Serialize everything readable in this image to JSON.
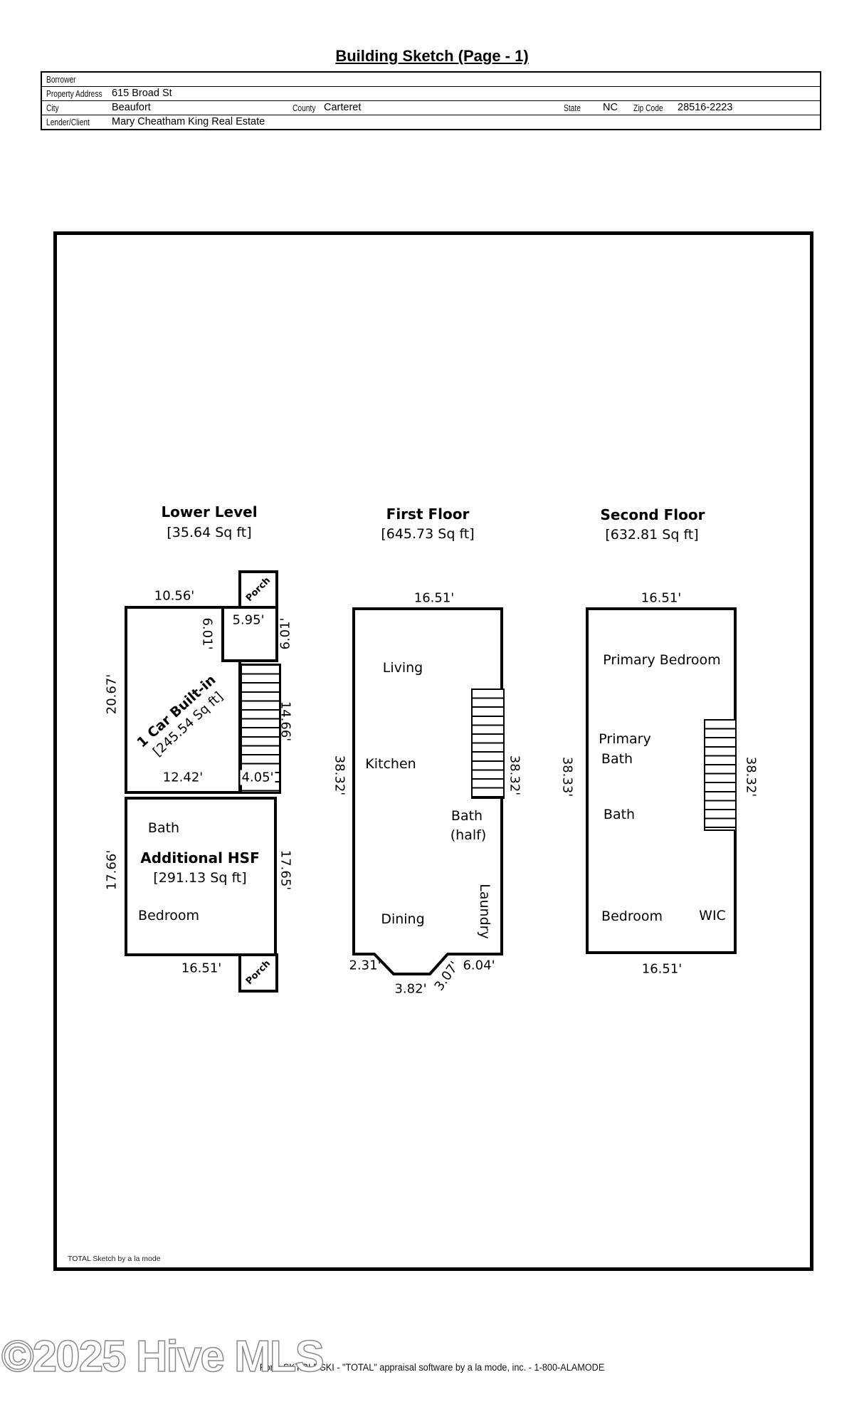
{
  "colors": {
    "ink": "#000000",
    "watermark_stroke": "#8a8a8a"
  },
  "header": {
    "title": "Building Sketch (Page - 1)",
    "borrower_label": "Borrower",
    "borrower_value": "",
    "property_address_label": "Property Address",
    "property_address_value": "615 Broad St",
    "city_label": "City",
    "city_value": "Beaufort",
    "county_label": "County",
    "county_value": "Carteret",
    "state_label": "State",
    "state_value": "NC",
    "zip_label": "Zip Code",
    "zip_value": "28516-2223",
    "lender_label": "Lender/Client",
    "lender_value": "Mary Cheatham King Real Estate"
  },
  "plans": {
    "lower": {
      "title": "Lower Level",
      "area": "[35.64 Sq ft]",
      "dim_top": "10.56'",
      "porch_top": "Porch",
      "dim_595": "5.95'",
      "dim_601_left": "6.01'",
      "dim_601_right": "6.01'",
      "dim_2067": "20.67'",
      "garage_line1": "1 Car Built-in",
      "garage_line2": "[245.54 Sq ft]",
      "dim_1242": "12.42'",
      "dim_405": "4.05'",
      "dim_1466": "14.66'",
      "room_bath": "Bath",
      "hsf_line1": "Additional HSF",
      "hsf_line2": "[291.13 Sq ft]",
      "room_bedroom": "Bedroom",
      "dim_1766": "17.66'",
      "dim_1765": "17.65'",
      "dim_bottom": "16.51'",
      "porch_bottom": "Porch"
    },
    "first": {
      "title": "First Floor",
      "area": "[645.73 Sq ft]",
      "dim_top": "16.51'",
      "room_living": "Living",
      "room_kitchen": "Kitchen",
      "room_bath_line1": "Bath",
      "room_bath_line2": "(half)",
      "room_dining": "Dining",
      "room_laundry": "Laundry",
      "dim_left": "38.32'",
      "dim_right": "38.32'",
      "dim_231": "2.31'",
      "dim_382": "3.82'",
      "dim_307": "3.07'",
      "dim_604": "6.04'"
    },
    "second": {
      "title": "Second Floor",
      "area": "[632.81 Sq ft]",
      "dim_top": "16.51'",
      "room_primary_bedroom": "Primary Bedroom",
      "room_primary_bath_line1": "Primary",
      "room_primary_bath_line2": "Bath",
      "room_bath": "Bath",
      "room_bedroom": "Bedroom",
      "room_wic": "WIC",
      "dim_left": "38.33'",
      "dim_right": "38.32'",
      "dim_bottom": "16.51'"
    }
  },
  "sketch_credit": "TOTAL Sketch by a la mode",
  "footer": {
    "watermark": "©2025 Hive MLS",
    "form_line": "Form SKT.BLDSKI - \"TOTAL\" appraisal software by a la mode, inc. - 1-800-ALAMODE"
  }
}
